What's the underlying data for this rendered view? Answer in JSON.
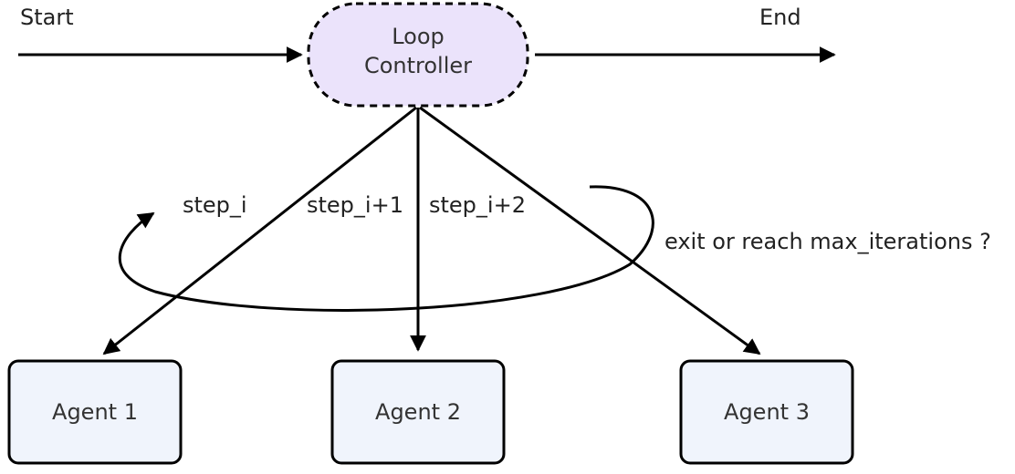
{
  "flow": {
    "start_label": "Start",
    "end_label": "End"
  },
  "controller": {
    "line1": "Loop",
    "line2": "Controller",
    "fill_color": "#ebe3fb",
    "border_style": "dashed"
  },
  "edges": {
    "step_1": "step_i",
    "step_2": "step_i+1",
    "step_3": "step_i+2",
    "loop_condition": "exit or reach max_iterations ?"
  },
  "agents": [
    {
      "label": "Agent 1"
    },
    {
      "label": "Agent 2"
    },
    {
      "label": "Agent 3"
    }
  ],
  "colors": {
    "agent_fill": "#f0f4fc",
    "stroke": "#000000"
  }
}
